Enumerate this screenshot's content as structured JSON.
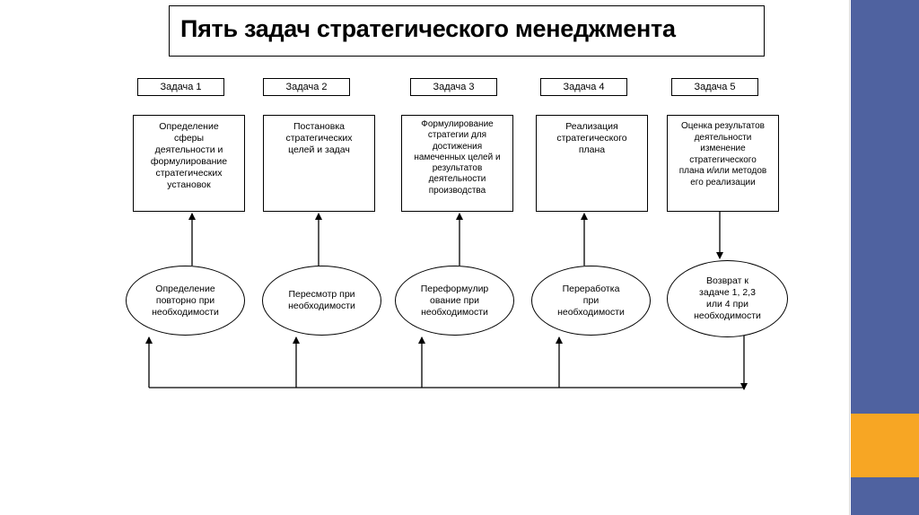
{
  "title": "Пять задач стратегического менеджмента",
  "tasks": [
    {
      "label": "Задача 1",
      "box": "Определение\nсферы\nдеятельности и\nформулирование\nстратегических\nустановок",
      "ellipse": "Определение\nповторно при\nнеобходимости"
    },
    {
      "label": "Задача 2",
      "box": "Постановка\nстратегических\nцелей и задач",
      "ellipse": "Пересмотр при\nнеобходимости"
    },
    {
      "label": "Задача 3",
      "box": "Формулирование\nстратегии для\nдостижения\nнамеченных целей и\nрезультатов\nдеятельности\nпроизводства",
      "ellipse": "Переформулир\nование при\nнеобходимости"
    },
    {
      "label": "Задача 4",
      "box": "Реализация\nстратегического\nплана",
      "ellipse": "Переработка\nпри\nнеобходимости"
    },
    {
      "label": "Задача 5",
      "box": "Оценка результатов\nдеятельности\nизменение\nстратегического\nплана и/или методов\nего реализации",
      "ellipse": "Возврат к\nзадаче 1, 2,3\nили 4 при\nнеобходимости"
    }
  ],
  "colors": {
    "sidebar_blue": "#4f62a0",
    "sidebar_orange": "#f7a624"
  }
}
